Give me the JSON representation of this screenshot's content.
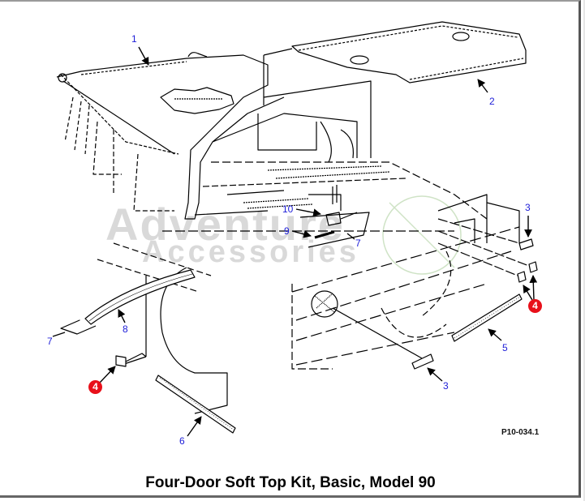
{
  "caption": "Four-Door Soft Top Kit, Basic, Model 90",
  "figure_id": "P10-034.1",
  "watermark": {
    "line1": "Adventure",
    "line2": "Accessories"
  },
  "colors": {
    "callout_text": "#1d1dd8",
    "highlight_badge": "#e8101a",
    "line": "#000000",
    "watermark": "#d9d9d9"
  },
  "callouts": [
    {
      "label": "1",
      "part": "soft-top-main"
    },
    {
      "label": "2",
      "part": "rear-top-panel"
    },
    {
      "label": "3",
      "part": "end-cap-right-upper"
    },
    {
      "label": "4",
      "part": "clip-right",
      "highlighted": true
    },
    {
      "label": "5",
      "part": "side-strip-right"
    },
    {
      "label": "3",
      "part": "end-cap-lower"
    },
    {
      "label": "6",
      "part": "side-strip-left"
    },
    {
      "label": "4",
      "part": "clip-left",
      "highlighted": true
    },
    {
      "label": "7",
      "part": "fastener-group-left"
    },
    {
      "label": "8",
      "part": "curved-rail"
    },
    {
      "label": "7",
      "part": "fastener-group-center"
    },
    {
      "label": "9",
      "part": "screw"
    },
    {
      "label": "10",
      "part": "nut-clip"
    }
  ]
}
